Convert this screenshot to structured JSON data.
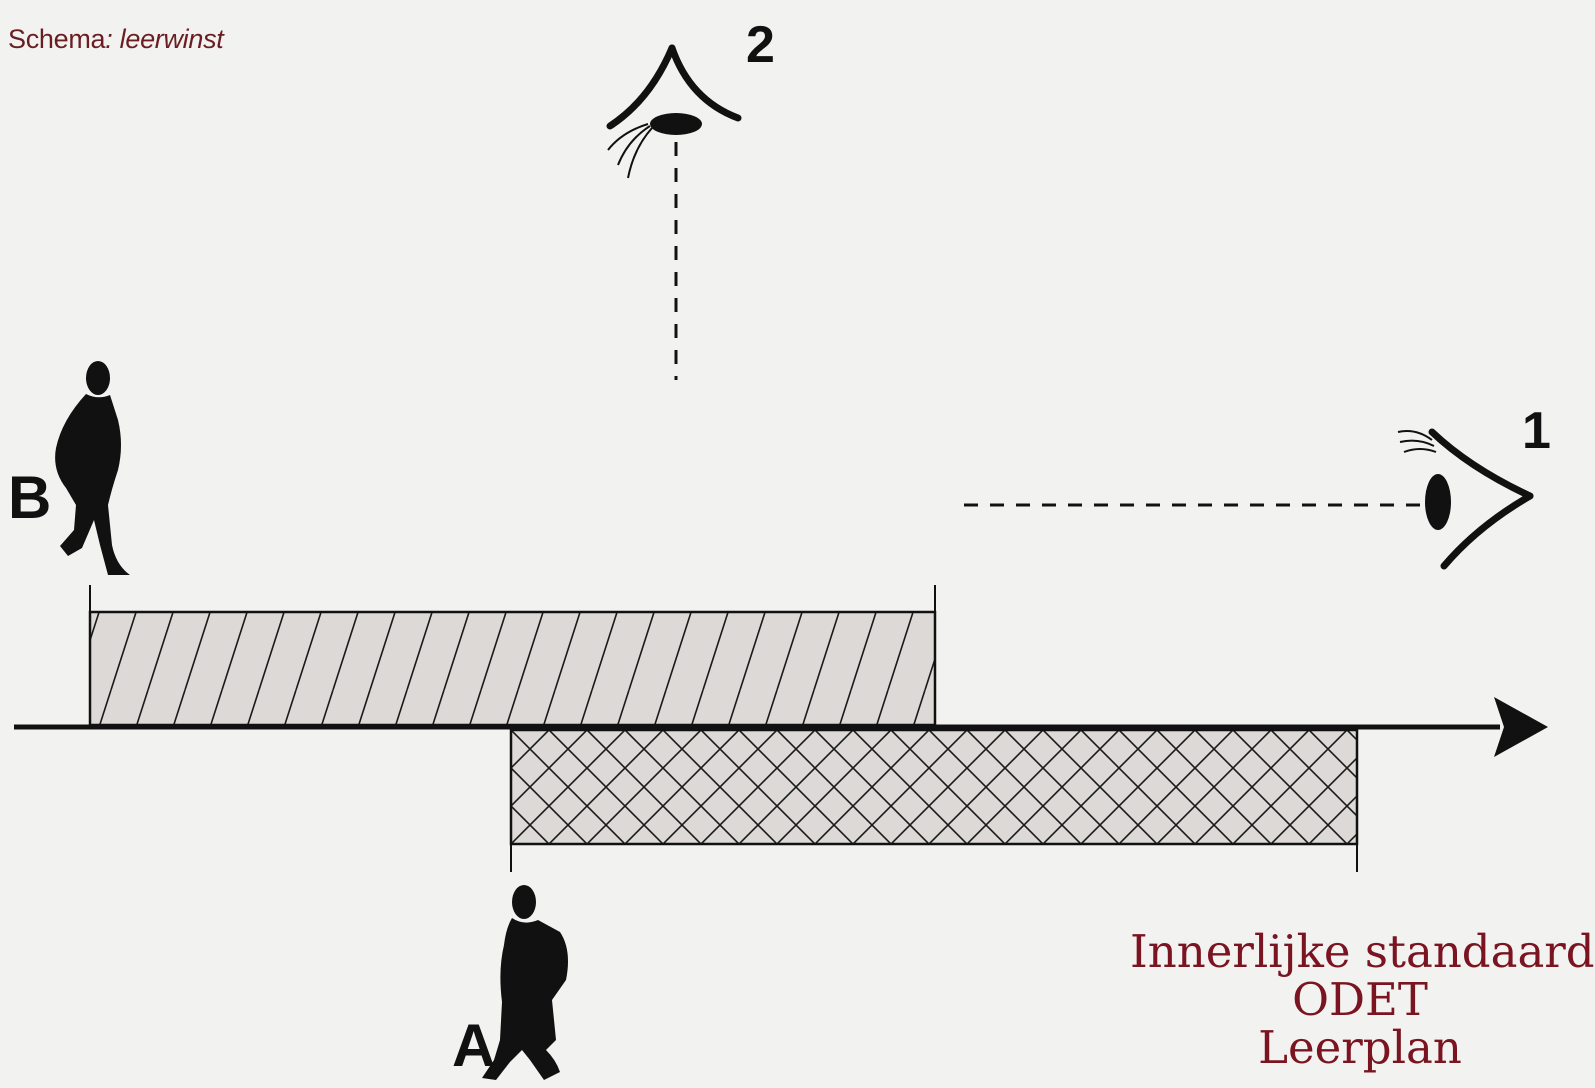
{
  "caption": {
    "lead": "Schema",
    "rest": ": leerwinst"
  },
  "viewpoints": [
    {
      "label": "2"
    },
    {
      "label": "1"
    }
  ],
  "pupils": [
    {
      "label": "B"
    },
    {
      "label": "A"
    }
  ],
  "legend": {
    "lines": [
      "Innerlijke standaard",
      "ODET",
      "Leerplan"
    ]
  },
  "colors": {
    "background": "#f2f2f1",
    "ink": "#111111",
    "bar_fill": "#dcd9d6",
    "legend_text": "#7a1420",
    "caption_text": "#6b1e22"
  },
  "icons": [
    "eye-icon",
    "pupil-silhouette-icon",
    "arrow-head-icon"
  ]
}
